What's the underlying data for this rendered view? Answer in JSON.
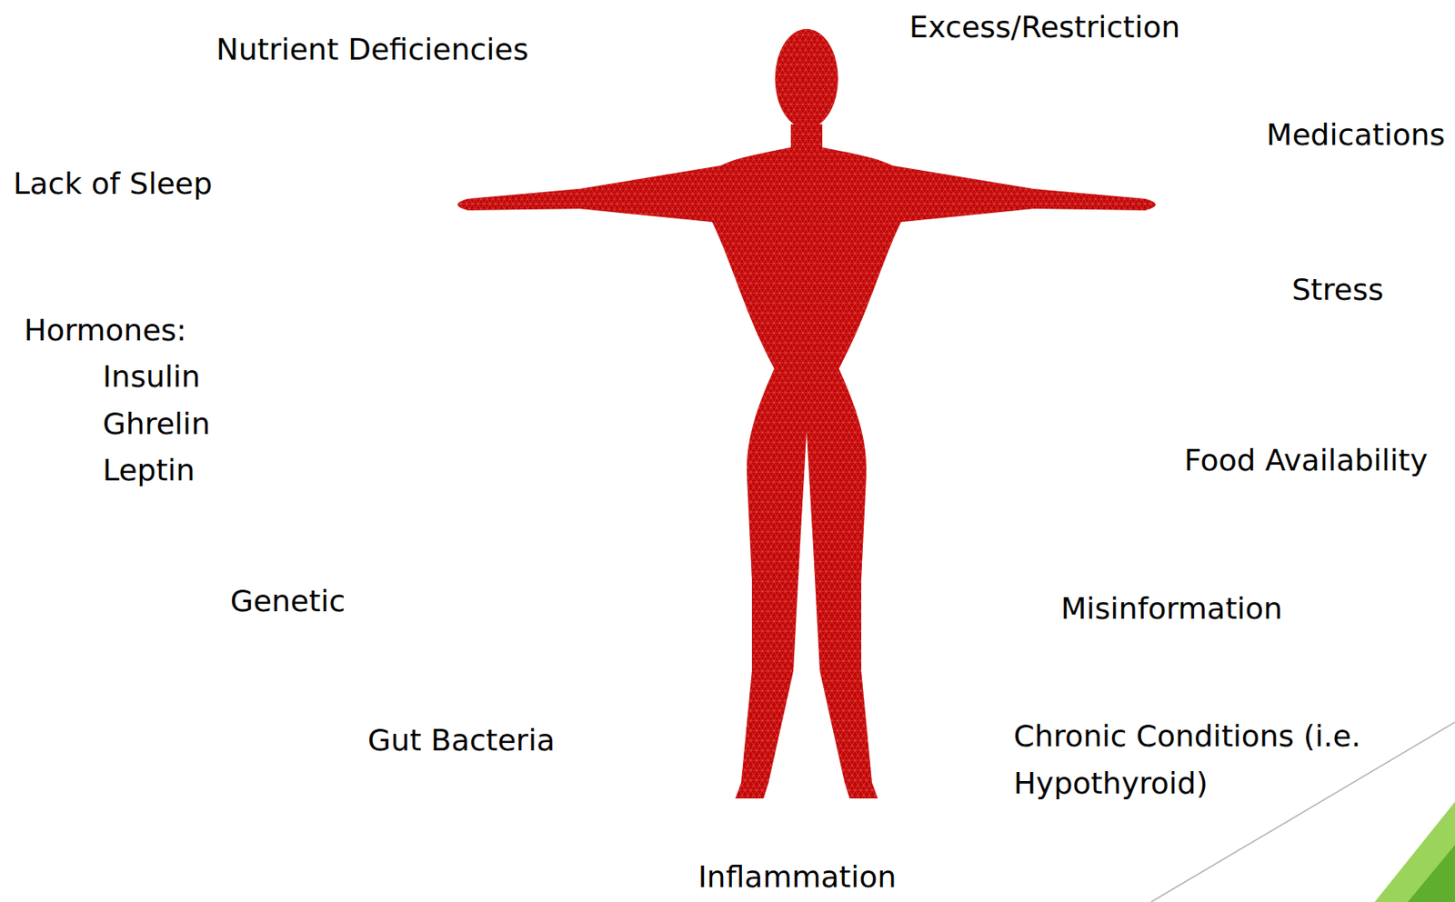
{
  "diagram": {
    "labels": [
      "Nutrient Deficiencies",
      "Excess/Restriction",
      "Medications",
      "Lack of Sleep",
      "Stress",
      "Hormones:",
      "Insulin",
      "Ghrelin",
      "Leptin",
      "Food Availability",
      "Genetic",
      "Misinformation",
      "Gut Bacteria",
      "Chronic Conditions (i.e. Hypothyroid)",
      "Inflammation"
    ]
  }
}
